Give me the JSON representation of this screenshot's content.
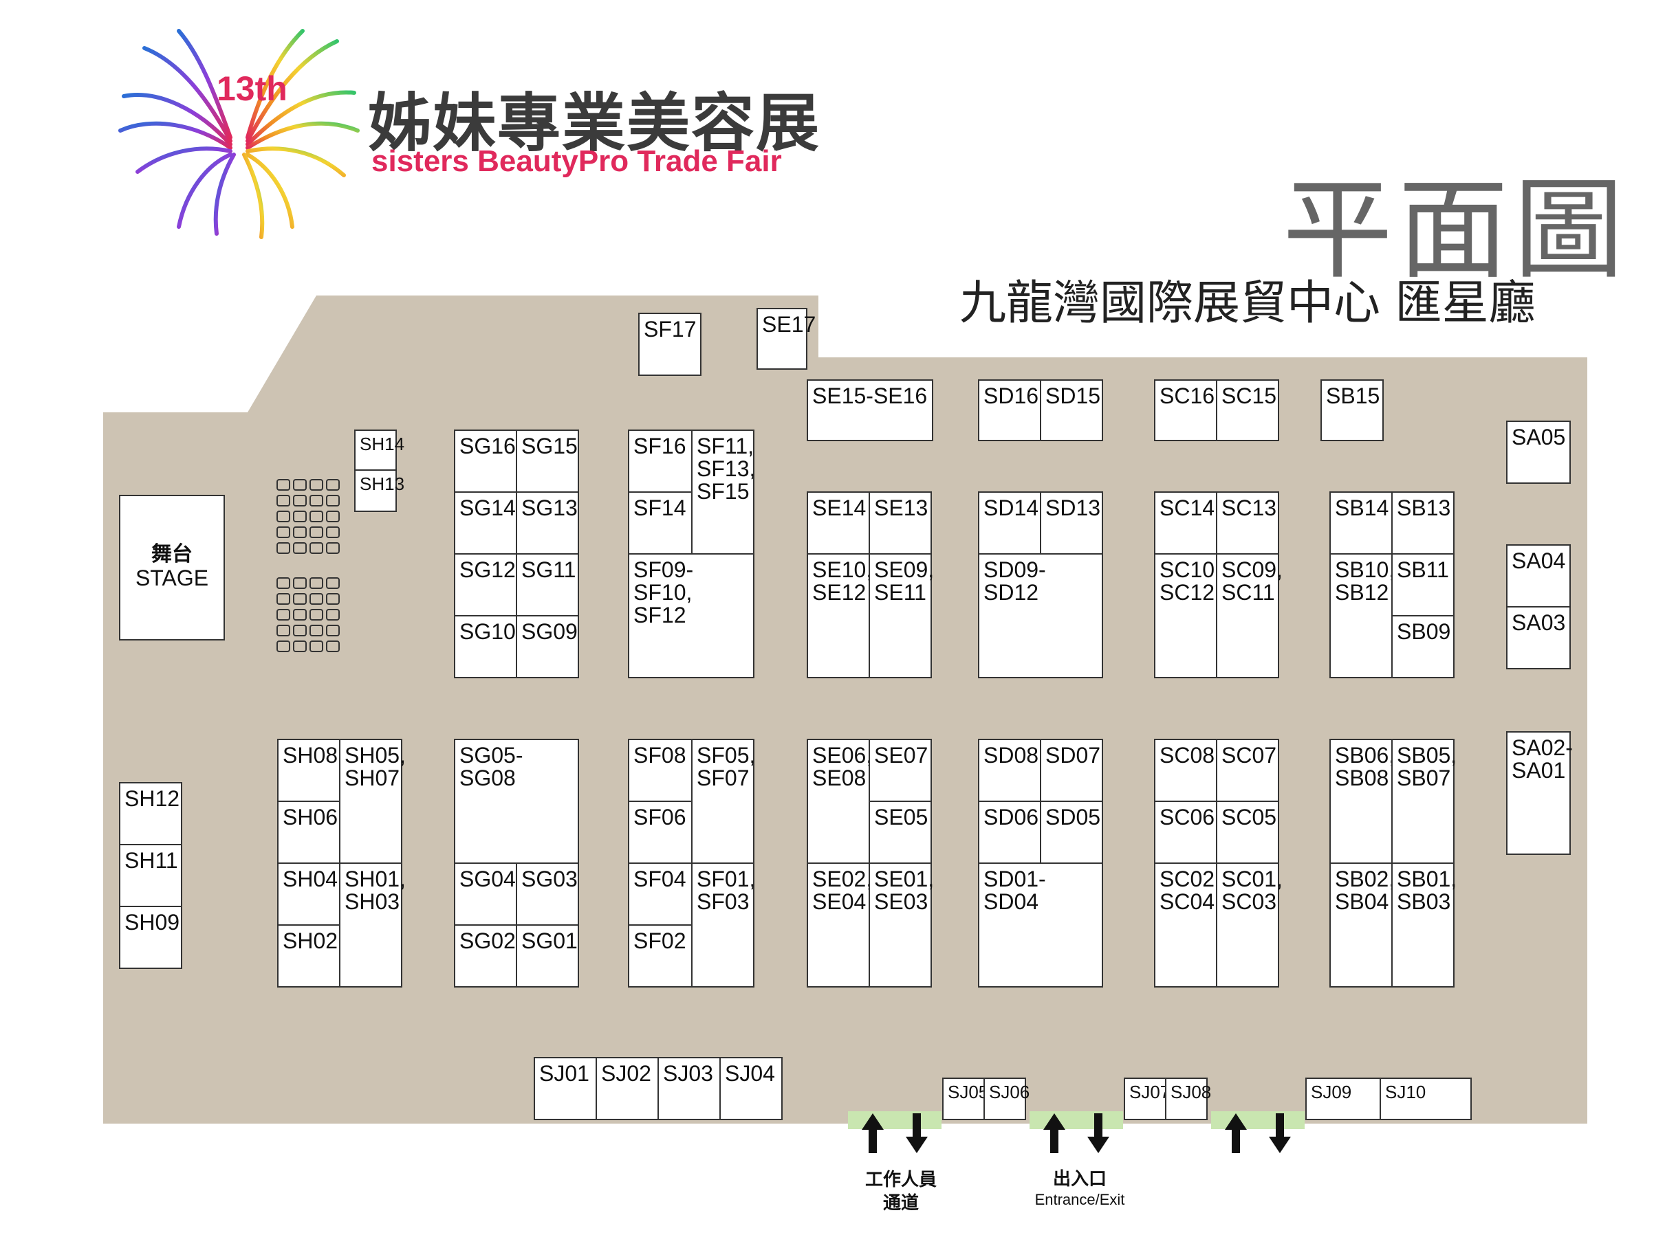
{
  "header": {
    "edition": "13th",
    "title_cn": "姊妹專業美容展",
    "title_en": "sisters BeautyPro Trade Fair",
    "plan_title": "平面圖",
    "venue": "九龍灣國際展貿中心 匯星廳"
  },
  "stage": {
    "label_cn": "舞台",
    "label_en": "STAGE"
  },
  "booths": {
    "SF17": "SF17",
    "SE17": "SE17",
    "SE15_16": "SE15-SE16",
    "SD16": "SD16",
    "SD15": "SD15",
    "SC16": "SC16",
    "SC15": "SC15",
    "SB15": "SB15",
    "SA05": "SA05",
    "SA04": "SA04",
    "SA03": "SA03",
    "SA02_01": "SA02-\nSA01",
    "SH14": "SH14",
    "SH13": "SH13",
    "SH12": "SH12",
    "SH11": "SH11",
    "SH09": "SH09",
    "SG16": "SG16",
    "SG15": "SG15",
    "SG14": "SG14",
    "SG13": "SG13",
    "SG12": "SG12",
    "SG11": "SG11",
    "SG10": "SG10",
    "SG09": "SG09",
    "SF16": "SF16",
    "SF11_13_15": "SF11,\nSF13,\nSF15",
    "SF14": "SF14",
    "SF09_10_12": "SF09-\nSF10,\nSF12",
    "SE14": "SE14",
    "SE13": "SE13",
    "SE10_12": "SE10,\nSE12",
    "SE09_11": "SE09,\nSE11",
    "SD14": "SD14",
    "SD13": "SD13",
    "SD09_12": "SD09-\nSD12",
    "SC14": "SC14",
    "SC13": "SC13",
    "SC10_12": "SC10,\nSC12",
    "SC09_11": "SC09,\nSC11",
    "SB14": "SB14",
    "SB13": "SB13",
    "SB10_12": "SB10,\nSB12",
    "SB11": "SB11",
    "SB09": "SB09",
    "SH08": "SH08",
    "SH05_07": "SH05,\nSH07",
    "SH06": "SH06",
    "SH04": "SH04",
    "SH01_03": "SH01,\nSH03",
    "SH02": "SH02",
    "SG05_08": "SG05-\nSG08",
    "SG04": "SG04",
    "SG03": "SG03",
    "SG02": "SG02",
    "SG01": "SG01",
    "SF08": "SF08",
    "SF05_07": "SF05,\nSF07",
    "SF06": "SF06",
    "SF04": "SF04",
    "SF01_03": "SF01,\nSF03",
    "SF02": "SF02",
    "SE06_08": "SE06,\nSE08",
    "SE07": "SE07",
    "SE05": "SE05",
    "SE02_04": "SE02,\nSE04",
    "SE01_03": "SE01,\nSE03",
    "SD08": "SD08",
    "SD07": "SD07",
    "SD06": "SD06",
    "SD05": "SD05",
    "SD01_04": "SD01-\nSD04",
    "SC08": "SC08",
    "SC07": "SC07",
    "SC06": "SC06",
    "SC05": "SC05",
    "SC02_04": "SC02,\nSC04",
    "SC01_03": "SC01,\nSC03",
    "SB06_08": "SB06,\nSB08",
    "SB05_07": "SB05,\nSB07",
    "SB02_04": "SB02,\nSB04",
    "SB01_03": "SB01,\nSB03",
    "SJ01": "SJ01",
    "SJ02": "SJ02",
    "SJ03": "SJ03",
    "SJ04": "SJ04",
    "SJ05": "SJ05",
    "SJ06": "SJ06",
    "SJ07": "SJ07",
    "SJ08": "SJ08",
    "SJ09": "SJ09",
    "SJ10": "SJ10"
  },
  "exits": {
    "staff_cn_line1": "工作人員",
    "staff_cn_line2": "通道",
    "entrance_cn": "出入口",
    "entrance_en": "Entrance/Exit"
  },
  "colors": {
    "floor": "#cdc3b3",
    "gate": "#c9e6b0",
    "brand": "#e0295c"
  }
}
